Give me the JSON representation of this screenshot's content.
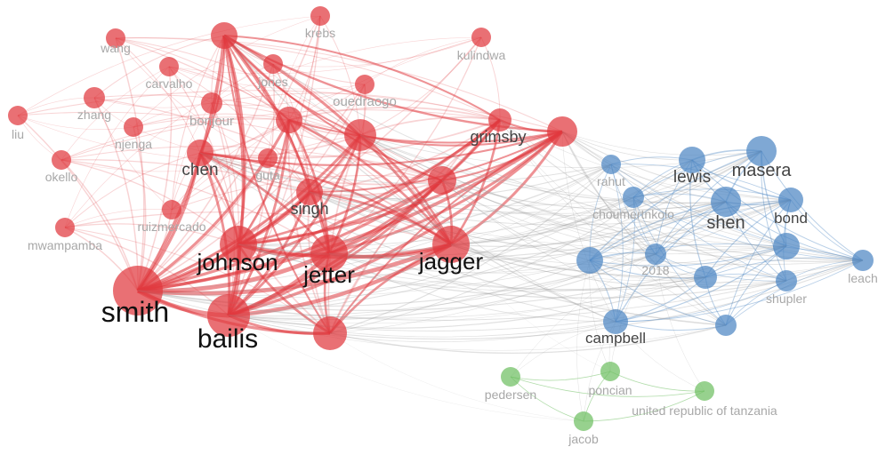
{
  "colors": {
    "cluster1": "#e0393e",
    "cluster2": "#4d86c3",
    "cluster3": "#6fbf63",
    "cross": "#9a9a9a",
    "label_dark": "#111111",
    "label_mid": "#444444",
    "label_light": "#a8a8a8"
  },
  "nodes": [
    {
      "id": "smith",
      "label": "smith",
      "cluster": 1,
      "weight": 10
    },
    {
      "id": "bailis",
      "label": "bailis",
      "cluster": 1,
      "weight": 9
    },
    {
      "id": "johnson",
      "label": "johnson",
      "cluster": 1,
      "weight": 8
    },
    {
      "id": "jetter",
      "label": "jetter",
      "cluster": 1,
      "weight": 8
    },
    {
      "id": "jagger",
      "label": "jagger",
      "cluster": 1,
      "weight": 8
    },
    {
      "id": "chen",
      "label": "chen",
      "cluster": 1,
      "weight": 5
    },
    {
      "id": "singh",
      "label": "singh",
      "cluster": 1,
      "weight": 5
    },
    {
      "id": "grimsby",
      "label": "grimsby",
      "cluster": 1,
      "weight": 5
    },
    {
      "id": "n_r1",
      "label": "",
      "cluster": 1,
      "weight": 6
    },
    {
      "id": "n_r2",
      "label": "",
      "cluster": 1,
      "weight": 5
    },
    {
      "id": "n_r3",
      "label": "",
      "cluster": 1,
      "weight": 5
    },
    {
      "id": "n_r4",
      "label": "",
      "cluster": 1,
      "weight": 5
    },
    {
      "id": "n_r5",
      "label": "",
      "cluster": 1,
      "weight": 6
    },
    {
      "id": "n_r6",
      "label": "",
      "cluster": 1,
      "weight": 5
    },
    {
      "id": "wang",
      "label": "wang",
      "cluster": 1,
      "weight": 2
    },
    {
      "id": "carvalho",
      "label": "carvalho",
      "cluster": 1,
      "weight": 2
    },
    {
      "id": "jones",
      "label": "jones",
      "cluster": 1,
      "weight": 2
    },
    {
      "id": "krebs",
      "label": "krebs",
      "cluster": 1,
      "weight": 2
    },
    {
      "id": "kulindwa",
      "label": "kulindwa",
      "cluster": 1,
      "weight": 2
    },
    {
      "id": "zhang",
      "label": "zhang",
      "cluster": 1,
      "weight": 2
    },
    {
      "id": "bonjour",
      "label": "bonjour",
      "cluster": 1,
      "weight": 2
    },
    {
      "id": "ouedraogo",
      "label": "ouedraogo",
      "cluster": 1,
      "weight": 2
    },
    {
      "id": "liu",
      "label": "liu",
      "cluster": 1,
      "weight": 2
    },
    {
      "id": "njenga",
      "label": "njenga",
      "cluster": 1,
      "weight": 2
    },
    {
      "id": "okello",
      "label": "okello",
      "cluster": 1,
      "weight": 2
    },
    {
      "id": "guta",
      "label": "guta",
      "cluster": 1,
      "weight": 2
    },
    {
      "id": "ruizmercado",
      "label": "ruizmercado",
      "cluster": 1,
      "weight": 2
    },
    {
      "id": "mwampamba",
      "label": "mwampamba",
      "cluster": 1,
      "weight": 2
    },
    {
      "id": "masera",
      "label": "masera",
      "cluster": 2,
      "weight": 6
    },
    {
      "id": "lewis",
      "label": "lewis",
      "cluster": 2,
      "weight": 5
    },
    {
      "id": "shen",
      "label": "shen",
      "cluster": 2,
      "weight": 5
    },
    {
      "id": "bond",
      "label": "bond",
      "cluster": 2,
      "weight": 4
    },
    {
      "id": "campbell",
      "label": "campbell",
      "cluster": 2,
      "weight": 4
    },
    {
      "id": "rahut",
      "label": "rahut",
      "cluster": 2,
      "weight": 2
    },
    {
      "id": "choumertnkolo",
      "label": "choumertnkolo",
      "cluster": 2,
      "weight": 2
    },
    {
      "id": "y2018",
      "label": "2018",
      "cluster": 2,
      "weight": 2
    },
    {
      "id": "leach",
      "label": "leach",
      "cluster": 2,
      "weight": 2
    },
    {
      "id": "shupler",
      "label": "shupler",
      "cluster": 2,
      "weight": 2
    },
    {
      "id": "n_b1",
      "label": "",
      "cluster": 2,
      "weight": 4
    },
    {
      "id": "n_b2",
      "label": "",
      "cluster": 2,
      "weight": 4
    },
    {
      "id": "n_b3",
      "label": "",
      "cluster": 2,
      "weight": 4
    },
    {
      "id": "n_b4",
      "label": "",
      "cluster": 2,
      "weight": 3
    },
    {
      "id": "pedersen",
      "label": "pedersen",
      "cluster": 3,
      "weight": 1
    },
    {
      "id": "poncian",
      "label": "poncian",
      "cluster": 3,
      "weight": 1
    },
    {
      "id": "united_rep",
      "label": "united republic of tanzania",
      "cluster": 3,
      "weight": 1
    },
    {
      "id": "jacob",
      "label": "jacob",
      "cluster": 3,
      "weight": 1
    }
  ]
}
